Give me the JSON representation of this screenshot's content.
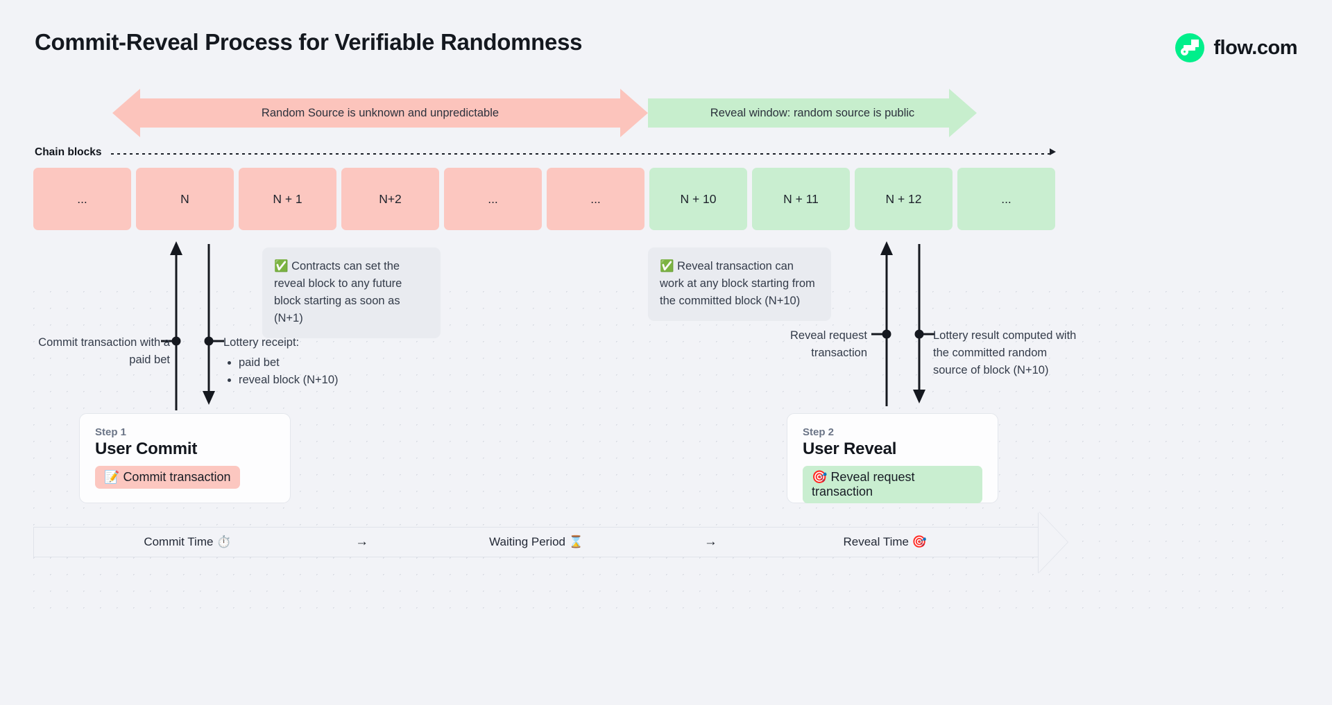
{
  "header": {
    "title": "Commit-Reveal Process for Verifiable Randomness",
    "brand": "flow.com",
    "brand_icon": "flow-logo-icon",
    "brand_color": "#00ef8b"
  },
  "phases": [
    {
      "label": "Random Source is unknown and unpredictable",
      "color": "#fcc4bc",
      "direction": "double"
    },
    {
      "label": "Reveal window: random source is public",
      "color": "#c7eecd",
      "direction": "right"
    }
  ],
  "chain": {
    "label": "Chain blocks",
    "blocks": [
      {
        "label": "...",
        "state": "pink"
      },
      {
        "label": "N",
        "state": "pink"
      },
      {
        "label": "N + 1",
        "state": "pink"
      },
      {
        "label": "N+2",
        "state": "pink"
      },
      {
        "label": "...",
        "state": "pink"
      },
      {
        "label": "...",
        "state": "pink"
      },
      {
        "label": "N + 10",
        "state": "green"
      },
      {
        "label": "N + 11",
        "state": "green"
      },
      {
        "label": "N + 12",
        "state": "green"
      },
      {
        "label": "...",
        "state": "green"
      }
    ]
  },
  "callouts": [
    {
      "icon": "check-mark-icon",
      "text": "Contracts can set the reveal block to any future block starting as soon as (N+1)"
    },
    {
      "icon": "check-mark-icon",
      "text": "Reveal transaction can work at any block starting from the committed block (N+10)"
    }
  ],
  "annotations": {
    "commit": "Commit transaction with a paid bet",
    "receipt_title": "Lottery receipt:",
    "receipt_items": [
      "paid bet",
      "reveal block (N+10)"
    ],
    "reveal_request": "Reveal request transaction",
    "lottery_result": "Lottery result computed with the committed random source of block (N+10)"
  },
  "steps": [
    {
      "kicker": "Step 1",
      "title": "User Commit",
      "pill": "Commit transaction",
      "pill_icon": "memo-icon",
      "pill_color": "#fcc7c0"
    },
    {
      "kicker": "Step 2",
      "title": "User Reveal",
      "pill": "Reveal request transaction",
      "pill_icon": "bullseye-icon",
      "pill_color": "#c9eed0"
    }
  ],
  "timeline": {
    "cells": [
      "Commit Time ⏱️",
      "Waiting Period ⌛",
      "Reveal Time 🎯"
    ],
    "arrow": "→"
  }
}
